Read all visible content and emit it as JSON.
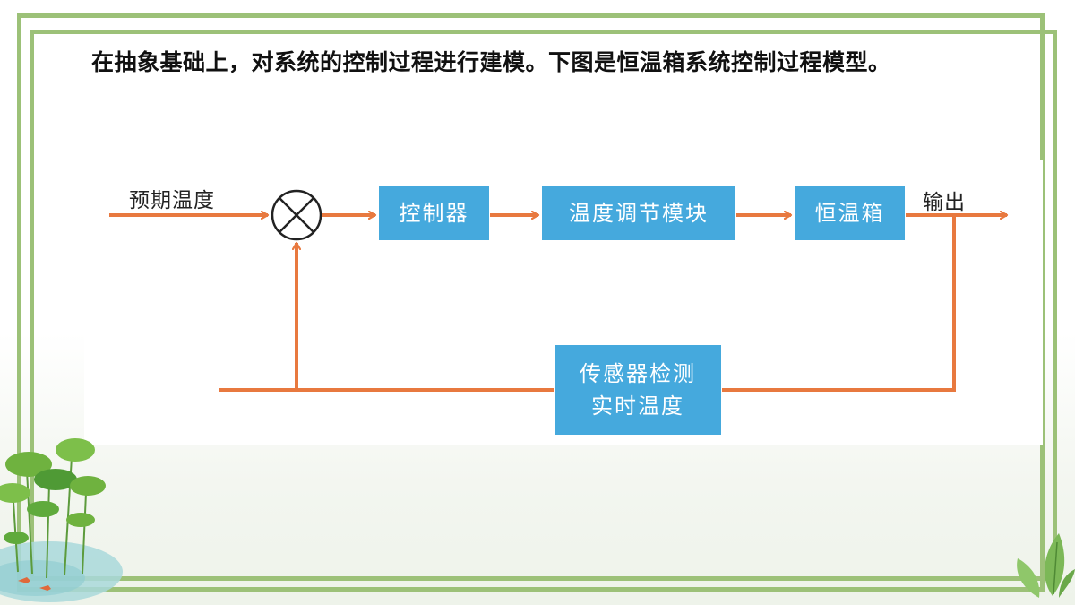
{
  "slide": {
    "headline": "在抽象基础上，对系统的控制过程进行建模。下图是恒温箱系统控制过程模型。"
  },
  "diagram": {
    "input_label": "预期温度",
    "output_label": "输出",
    "blocks": {
      "controller": "控制器",
      "regulator": "温度调节模块",
      "chamber": "恒温箱",
      "sensor_line1": "传感器检测",
      "sensor_line2": "实时温度"
    },
    "colors": {
      "arrow": "#e8793f",
      "block": "#45a9dd",
      "frame": "#9cc178"
    }
  }
}
